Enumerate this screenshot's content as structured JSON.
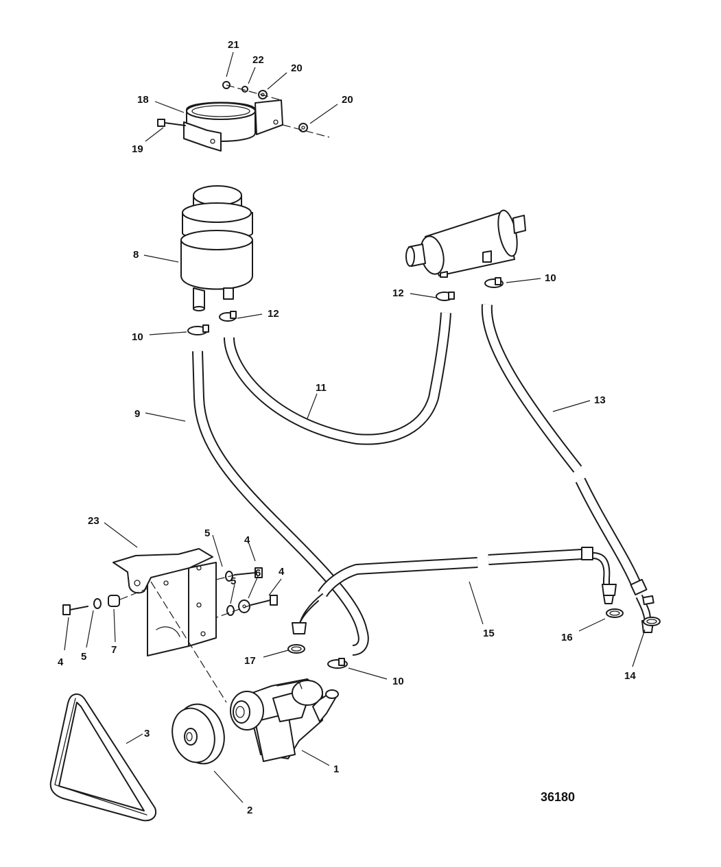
{
  "diagram": {
    "figure_number": "36180",
    "callouts": [
      {
        "id": "c21",
        "label": "21"
      },
      {
        "id": "c22",
        "label": "22"
      },
      {
        "id": "c20a",
        "label": "20"
      },
      {
        "id": "c20b",
        "label": "20"
      },
      {
        "id": "c18",
        "label": "18"
      },
      {
        "id": "c19",
        "label": "19"
      },
      {
        "id": "c8",
        "label": "8"
      },
      {
        "id": "c12a",
        "label": "12"
      },
      {
        "id": "c10a",
        "label": "10"
      },
      {
        "id": "c12b",
        "label": "12"
      },
      {
        "id": "c10b",
        "label": "10"
      },
      {
        "id": "c11",
        "label": "11"
      },
      {
        "id": "c9",
        "label": "9"
      },
      {
        "id": "c13",
        "label": "13"
      },
      {
        "id": "c23",
        "label": "23"
      },
      {
        "id": "c5a",
        "label": "5"
      },
      {
        "id": "c4a",
        "label": "4"
      },
      {
        "id": "c6",
        "label": "6"
      },
      {
        "id": "c4b",
        "label": "4"
      },
      {
        "id": "c5b",
        "label": "5"
      },
      {
        "id": "c4c",
        "label": "4"
      },
      {
        "id": "c5c",
        "label": "5"
      },
      {
        "id": "c7",
        "label": "7"
      },
      {
        "id": "c15",
        "label": "15"
      },
      {
        "id": "c16",
        "label": "16"
      },
      {
        "id": "c14",
        "label": "14"
      },
      {
        "id": "c17",
        "label": "17"
      },
      {
        "id": "c10c",
        "label": "10"
      },
      {
        "id": "c3",
        "label": "3"
      },
      {
        "id": "c1",
        "label": "1"
      },
      {
        "id": "c2",
        "label": "2"
      }
    ]
  }
}
